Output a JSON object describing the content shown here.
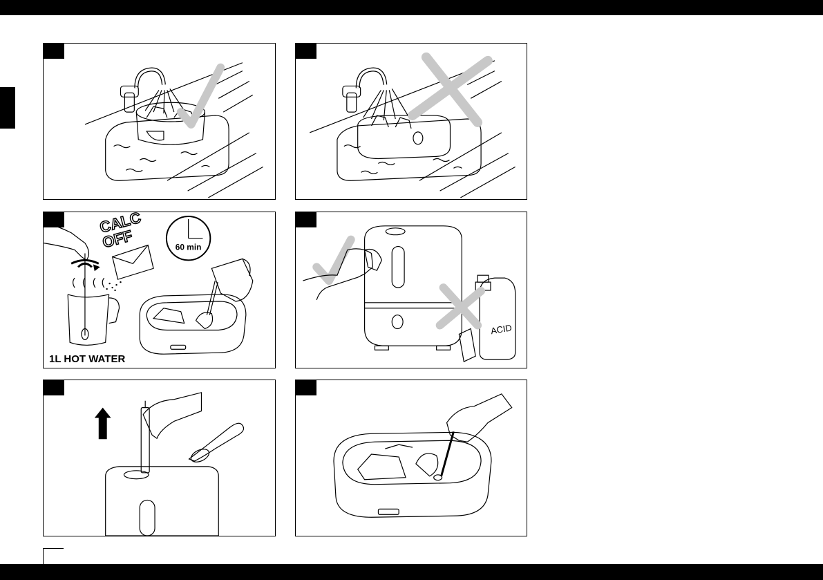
{
  "figures": {
    "fig3": {
      "calc_line1": "CALC",
      "calc_line2": "OFF",
      "timer": "60 min",
      "caption": "1L HOT WATER"
    },
    "fig4": {
      "bottle_label": "ACID"
    }
  },
  "icons": {
    "fig1": [
      "faucet-icon",
      "check-mark-icon"
    ],
    "fig2": [
      "faucet-icon",
      "cross-mark-icon"
    ],
    "fig3": [
      "hand-icon",
      "clock-icon",
      "jug-icon"
    ],
    "fig4": [
      "hand-icon",
      "check-mark-icon",
      "cross-mark-icon",
      "acid-bottle-icon"
    ],
    "fig5": [
      "up-arrow-icon",
      "spoon-icon"
    ],
    "fig6": [
      "hand-icon",
      "brush-icon"
    ]
  },
  "colors": {
    "ink": "#000000",
    "mark_gray": "#c8c8c8"
  }
}
